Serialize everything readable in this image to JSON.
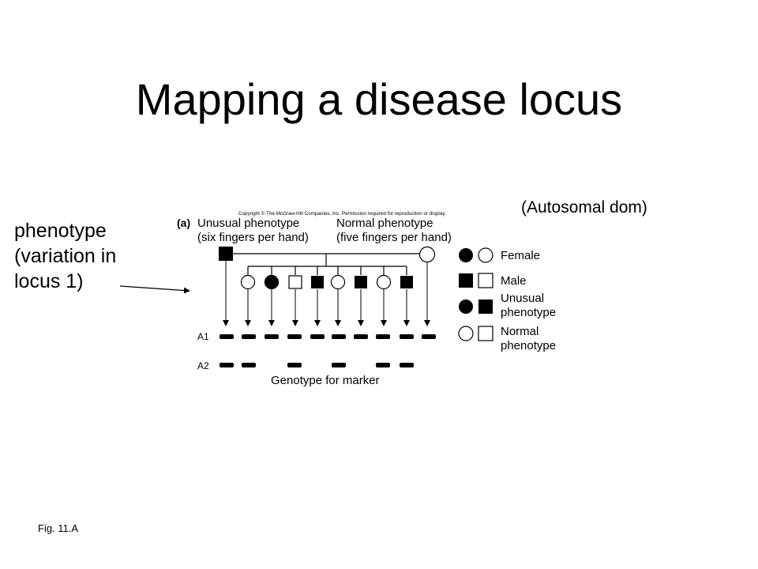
{
  "slide": {
    "title": "Mapping a disease locus",
    "note_right": "(Autosomal dom)",
    "side_label": [
      "phenotype",
      "(variation in",
      "locus 1)"
    ],
    "figure_caption": "Fig. 11.A"
  },
  "figure": {
    "copyright": "Copyright © The McGraw-Hill Companies, Inc. Permission required for reproduction or display.",
    "panel_label": "(a)",
    "parent_left_label": [
      "Unusual phenotype",
      "(six fingers per hand)"
    ],
    "parent_right_label": [
      "Normal phenotype",
      "(five fingers per hand)"
    ],
    "marker_a1": "A1",
    "marker_a2": "A2",
    "marker_caption": "Genotype for marker",
    "legend": [
      {
        "label": [
          "Female"
        ]
      },
      {
        "label": [
          "Male"
        ]
      },
      {
        "label": [
          "Unusual",
          "phenotype"
        ]
      },
      {
        "label": [
          "Normal",
          "phenotype"
        ]
      }
    ]
  }
}
